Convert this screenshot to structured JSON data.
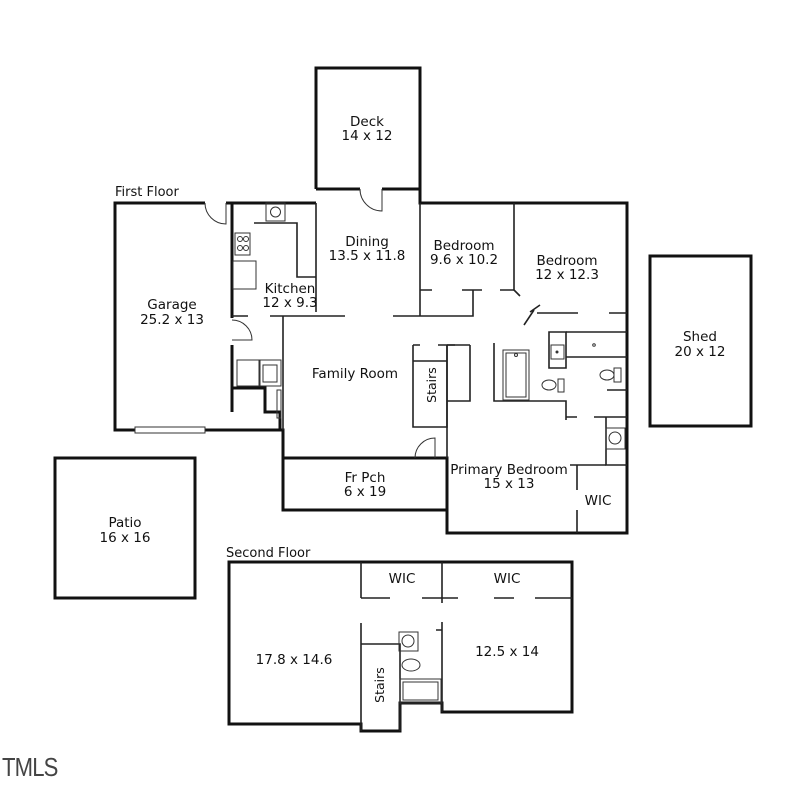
{
  "floors": {
    "first": {
      "label": "First Floor",
      "rooms": {
        "deck": {
          "name": "Deck",
          "dims": "14 x 12"
        },
        "garage": {
          "name": "Garage",
          "dims": "25.2 x 13"
        },
        "kitchen": {
          "name": "Kitchen",
          "dims": "12 x 9.3"
        },
        "dining": {
          "name": "Dining",
          "dims": "13.5 x 11.8"
        },
        "bedroom1": {
          "name": "Bedroom",
          "dims": "9.6 x 10.2"
        },
        "bedroom2": {
          "name": "Bedroom",
          "dims": "12 x 12.3"
        },
        "family_room": {
          "name": "Family Room",
          "dims": ""
        },
        "stairs": {
          "name": "Stairs"
        },
        "front_porch": {
          "name": "Fr Pch",
          "dims": "6 x 19"
        },
        "primary_bedroom": {
          "name": "Primary Bedroom",
          "dims": "15 x 13"
        },
        "wic": {
          "name": "WIC"
        }
      }
    },
    "second": {
      "label": "Second Floor",
      "rooms": {
        "room_left": {
          "dims": "17.8 x 14.6"
        },
        "room_right": {
          "dims": "12.5 x 14"
        },
        "wic_left": {
          "name": "WIC"
        },
        "wic_right": {
          "name": "WIC"
        },
        "stairs": {
          "name": "Stairs"
        }
      }
    }
  },
  "outbuildings": {
    "shed": {
      "name": "Shed",
      "dims": "20 x 12"
    },
    "patio": {
      "name": "Patio",
      "dims": "16 x 16"
    }
  },
  "watermark": "TMLS"
}
